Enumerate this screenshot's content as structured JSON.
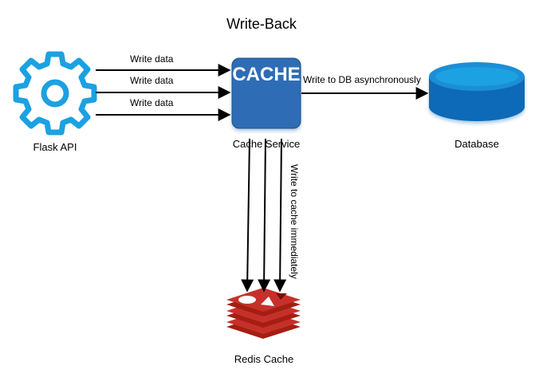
{
  "title": "Write-Back",
  "nodes": {
    "flask": {
      "label": "Flask API",
      "icon": "gear-icon"
    },
    "cache": {
      "label": "Cache Service",
      "badge": "CACHE",
      "icon": "cache-icon"
    },
    "database": {
      "label": "Database",
      "icon": "database-cylinder-icon"
    },
    "redis": {
      "label": "Redis Cache",
      "icon": "redis-logo-icon"
    }
  },
  "edges": {
    "write1": "Write data",
    "write2": "Write data",
    "write3": "Write data",
    "to_db": "Write to DB asynchronously",
    "to_redis": "Write to cache immediately"
  },
  "colors": {
    "gear": "#1ba1e2",
    "cache_fill": "#2f6db5",
    "db_top": "#1ba1e2",
    "db_body": "#0f6bb8",
    "redis": "#c6302b",
    "redis_dark": "#a41e11"
  }
}
